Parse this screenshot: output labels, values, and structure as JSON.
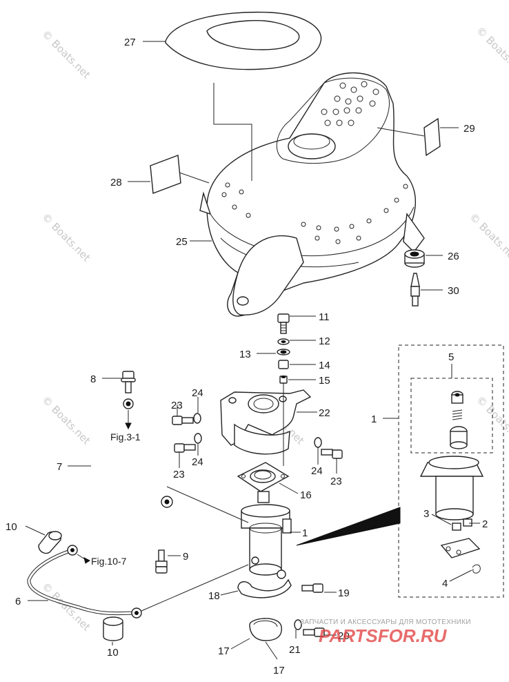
{
  "diagram": {
    "part_labels": [
      "27",
      "29",
      "28",
      "25",
      "26",
      "30",
      "11",
      "12",
      "13",
      "14",
      "15",
      "8",
      "24",
      "23",
      "22",
      "5",
      "1",
      "7",
      "16",
      "10",
      "9",
      "3",
      "2",
      "4",
      "6",
      "18",
      "19",
      "20",
      "21",
      "17"
    ],
    "references": {
      "fig_3_1": "Fig.3-1",
      "fig_10_7": "Fig.10-7"
    },
    "watermark": "© Boats.net",
    "footer": {
      "tagline": "ЗАПЧАСТИ И АКСЕССУАРЫ ДЛЯ МОТОТЕХНИКИ",
      "logo_text": "PARTSFOR.RU"
    },
    "colors": {
      "line": "#222222",
      "logo_red": "#e03a3a",
      "logo_grey": "#8a8a8a",
      "watermark": "#c8c8c8"
    }
  }
}
